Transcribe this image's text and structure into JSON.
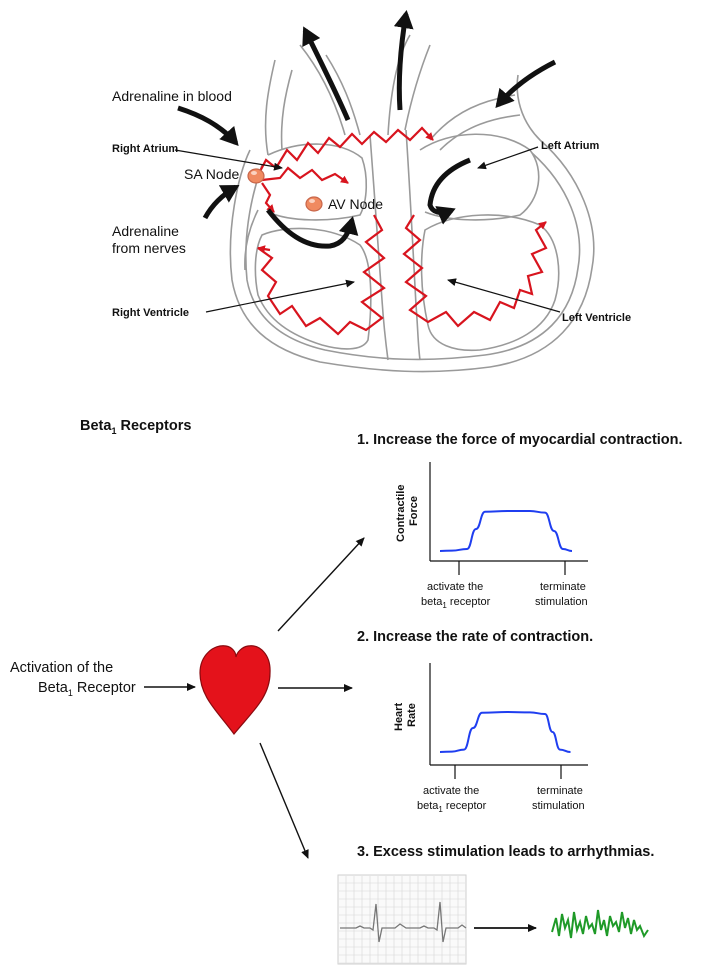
{
  "colors": {
    "signal_red": "#d8141e",
    "heart_red": "#e4121b",
    "curve_blue": "#1f3ef0",
    "arrhythmia_green": "#1f9a28",
    "node_orange": "#f08a60",
    "outline_gray": "#9a9a9a",
    "ecg_grid": "#d6d6d6"
  },
  "heart_diagram": {
    "adrenaline_blood": "Adrenaline in blood",
    "right_atrium": "Right Atrium",
    "sa_node": "SA Node",
    "av_node": "AV Node",
    "adrenaline_nerves_1": "Adrenaline",
    "adrenaline_nerves_2": "from nerves",
    "left_atrium": "Left Atrium",
    "right_ventricle": "Right Ventricle",
    "left_ventricle": "Left Ventricle"
  },
  "beta_title": {
    "main": "Beta",
    "sub": "1",
    "rest": " Receptors"
  },
  "activation": {
    "line1": "Activation of the",
    "line2_main": "Beta",
    "line2_sub": "1",
    "line2_rest": " Receptor"
  },
  "effects": {
    "e1": "1. Increase the force of myocardial contraction.",
    "e2": "2. Increase the rate of contraction.",
    "e3": "3. Excess stimulation leads to arrhythmias."
  },
  "chart_data": [
    {
      "type": "line",
      "ylabel": "Contractile Force",
      "ylabel_lines": [
        "Contractile",
        "Force"
      ],
      "x_annotations": [
        {
          "lines": [
            "activate the",
            "beta1 receptor"
          ],
          "main": "beta",
          "sub": "1",
          "rest": " receptor"
        },
        {
          "lines": [
            "terminate",
            "stimulation"
          ]
        }
      ],
      "series": [
        {
          "points": [
            [
              0,
              0.0
            ],
            [
              0.08,
              0.01
            ],
            [
              0.18,
              0.05
            ],
            [
              0.24,
              0.55
            ],
            [
              0.3,
              0.98
            ],
            [
              0.45,
              1.0
            ],
            [
              0.6,
              1.0
            ],
            [
              0.7,
              0.96
            ],
            [
              0.76,
              0.5
            ],
            [
              0.82,
              0.05
            ],
            [
              0.88,
              0.0
            ]
          ]
        }
      ]
    },
    {
      "type": "line",
      "ylabel": "Heart Rate",
      "ylabel_lines": [
        "Heart",
        "Rate"
      ],
      "x_annotations": [
        {
          "lines": [
            "activate the",
            "beta1 receptor"
          ],
          "main": "beta",
          "sub": "1",
          "rest": " receptor"
        },
        {
          "lines": [
            "terminate",
            "stimulation"
          ]
        }
      ],
      "series": [
        {
          "points": [
            [
              0.0,
              0.0
            ],
            [
              0.08,
              0.01
            ],
            [
              0.16,
              0.06
            ],
            [
              0.22,
              0.6
            ],
            [
              0.28,
              0.98
            ],
            [
              0.45,
              1.0
            ],
            [
              0.6,
              0.99
            ],
            [
              0.7,
              0.95
            ],
            [
              0.75,
              0.5
            ],
            [
              0.8,
              0.06
            ],
            [
              0.87,
              0.0
            ]
          ]
        }
      ]
    }
  ]
}
